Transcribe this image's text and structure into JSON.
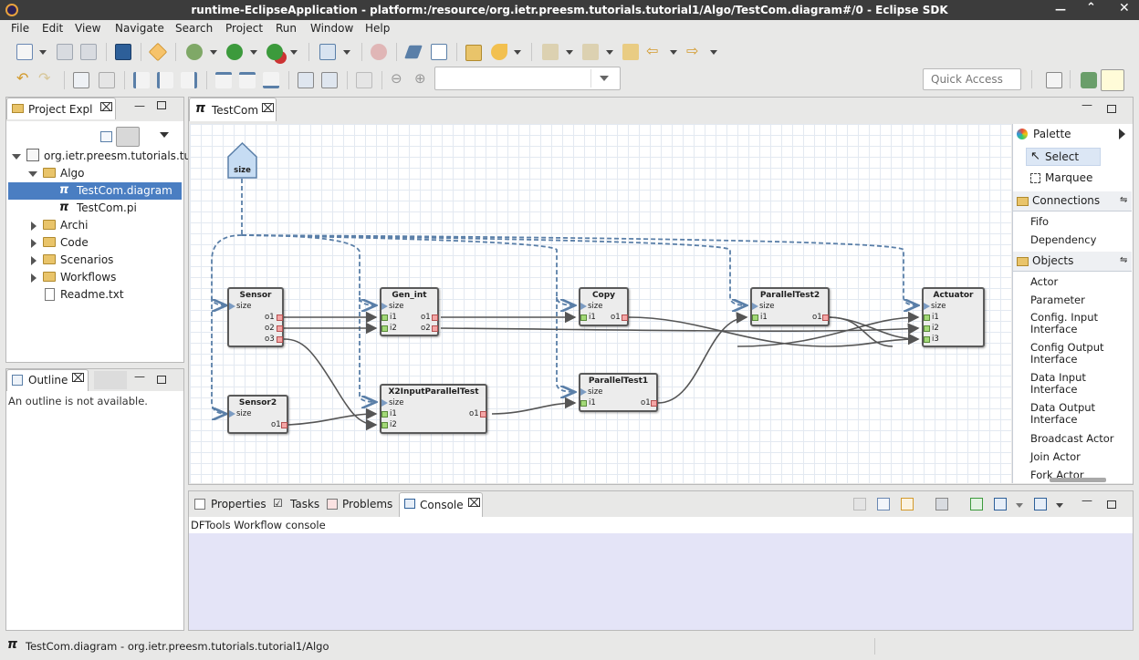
{
  "window": {
    "title": "runtime-EclipseApplication - platform:/resource/org.ietr.preesm.tutorials.tutorial1/Algo/TestCom.diagram#/0 - Eclipse SDK"
  },
  "menu": [
    "File",
    "Edit",
    "View",
    "Navigate",
    "Search",
    "Project",
    "Run",
    "Window",
    "Help"
  ],
  "quick_access": {
    "placeholder": "Quick Access"
  },
  "project_explorer": {
    "tab": "Project Expl",
    "project": "org.ietr.preesm.tutorials.tu",
    "items": [
      {
        "label": "Algo"
      },
      {
        "label": "TestCom.diagram"
      },
      {
        "label": "TestCom.pi"
      },
      {
        "label": "Archi"
      },
      {
        "label": "Code"
      },
      {
        "label": "Scenarios"
      },
      {
        "label": "Workflows"
      },
      {
        "label": "Readme.txt"
      }
    ]
  },
  "outline": {
    "tab": "Outline",
    "message": "An outline is not available."
  },
  "editor": {
    "tab": "TestCom"
  },
  "diagram": {
    "parameter": "size",
    "actors": [
      {
        "name": "Sensor",
        "ports": [
          "size",
          "o1",
          "o2",
          "o3"
        ]
      },
      {
        "name": "Sensor2",
        "ports": [
          "size",
          "o1"
        ]
      },
      {
        "name": "Gen_int",
        "ports": [
          "size",
          "i1",
          "i2",
          "o1",
          "o2"
        ]
      },
      {
        "name": "X2InputParallelTest",
        "ports": [
          "size",
          "i1",
          "i2",
          "o1"
        ]
      },
      {
        "name": "Copy",
        "ports": [
          "size",
          "i1",
          "o1"
        ]
      },
      {
        "name": "ParallelTest1",
        "ports": [
          "size",
          "i1",
          "o1"
        ]
      },
      {
        "name": "ParallelTest2",
        "ports": [
          "size",
          "i1",
          "o1"
        ]
      },
      {
        "name": "Actuator",
        "ports": [
          "size",
          "i1",
          "i2",
          "i3"
        ]
      }
    ]
  },
  "palette": {
    "title": "Palette",
    "tools": [
      "Select",
      "Marquee"
    ],
    "connections_title": "Connections",
    "connections": [
      "Fifo",
      "Dependency"
    ],
    "objects_title": "Objects",
    "objects": [
      "Actor",
      "Parameter",
      "Config. Input\nInterface",
      "Config Output\nInterface",
      "Data Input\nInterface",
      "Data Output\nInterface",
      "Broadcast Actor",
      "Join Actor",
      "Fork Actor"
    ]
  },
  "bottom_tabs": [
    "Properties",
    "Tasks",
    "Problems",
    "Console"
  ],
  "console": {
    "title": "DFTools Workflow console"
  },
  "status": {
    "text": "TestCom.diagram - org.ietr.preesm.tutorials.tutorial1/Algo"
  },
  "colors": {
    "console_bg": "#e4e4f7",
    "selection": "#4a7ec2",
    "config_edge": "#5a7fa8",
    "param_fill": "#c6dcf3"
  }
}
